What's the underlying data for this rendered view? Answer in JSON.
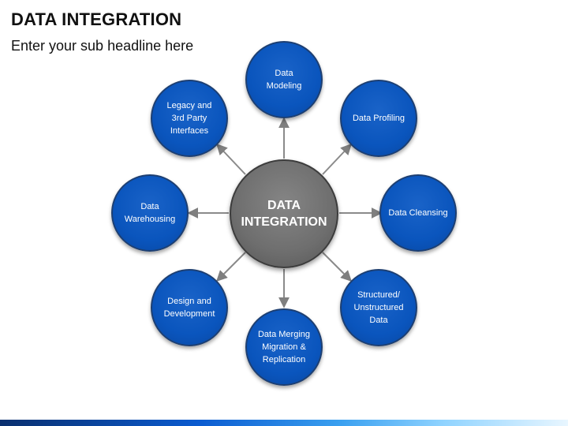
{
  "title": "DATA INTEGRATION",
  "subtitle": "Enter your sub headline here",
  "center": {
    "line1": "DATA",
    "line2": "INTEGRATION"
  },
  "nodes": {
    "modeling": "Data Modeling",
    "profiling": "Data Profiling",
    "cleansing": "Data Cleansing",
    "structured": "Structured/ Unstructured Data",
    "merging": "Data Merging Migration & Replication",
    "design": "Design and Development",
    "warehousing": "Data Warehousing",
    "legacy": "Legacy and 3rd Party Interfaces"
  },
  "colors": {
    "node_fill": "#0a55bd",
    "center_fill": "#6e6e6e",
    "arrow": "#7f7f7f"
  }
}
